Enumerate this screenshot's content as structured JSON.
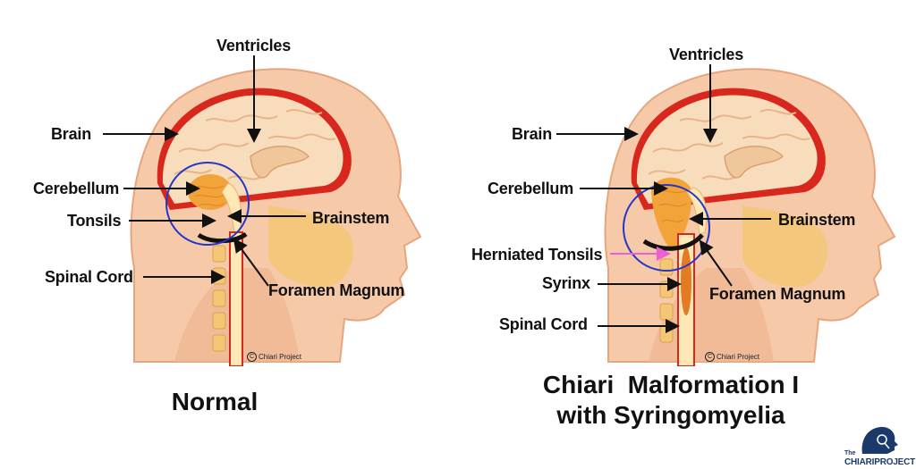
{
  "normal": {
    "labels": {
      "ventricles": "Ventricles",
      "brain": "Brain",
      "cerebellum": "Cerebellum",
      "tonsils": "Tonsils",
      "brainstem": "Brainstem",
      "spinal_cord": "Spinal Cord",
      "foramen_magnum": "Foramen Magnum"
    },
    "copyright": "Chiari Project",
    "caption": "Normal"
  },
  "chiari": {
    "labels": {
      "ventricles": "Ventricles",
      "brain": "Brain",
      "cerebellum": "Cerebellum",
      "brainstem": "Brainstem",
      "herniated_tonsils": "Herniated Tonsils",
      "syrinx": "Syrinx",
      "foramen_magnum": "Foramen Magnum",
      "spinal_cord": "Spinal Cord"
    },
    "copyright": "Chiari Project",
    "caption_line1": "Chiari  Malformation I",
    "caption_line2": "with Syringomyelia"
  },
  "logo": {
    "the": "The",
    "word": "CHIARIPROJECT"
  },
  "colors": {
    "skin": "#f6c9a8",
    "skin_shadow": "#e7a57f",
    "brain": "#f8ddbd",
    "brain_fold": "#e8b48c",
    "meninges": "#d8271d",
    "cerebellum": "#f2a33a",
    "spine": "#ffe8b5",
    "bone": "#f4c774",
    "circle": "#2436c9",
    "herniated_arrow": "#ee5fd6",
    "logo": "#1b3a6b"
  }
}
